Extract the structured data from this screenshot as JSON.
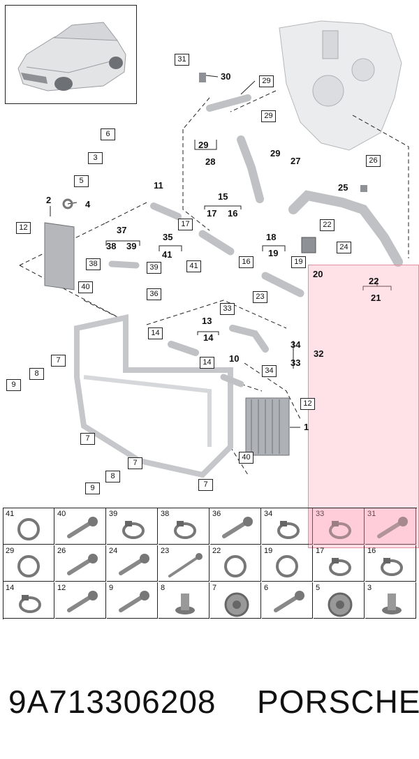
{
  "labels": {
    "boxed": [
      "31",
      "29",
      "29",
      "6",
      "3",
      "5",
      "12",
      "17",
      "38",
      "39",
      "40",
      "36",
      "41",
      "16",
      "19",
      "22",
      "24",
      "26",
      "23",
      "33",
      "14",
      "14",
      "34",
      "7",
      "8",
      "9",
      "7",
      "7",
      "8",
      "9",
      "7",
      "12",
      "40"
    ],
    "plain": [
      "30",
      "29",
      "28",
      "29",
      "27",
      "25",
      "4",
      "2",
      "11",
      "15",
      "17",
      "16",
      "37",
      "38",
      "39",
      "35",
      "41",
      "18",
      "19",
      "20",
      "22",
      "21",
      "13",
      "14",
      "10",
      "34",
      "33",
      "32",
      "1"
    ]
  },
  "grid": [
    [
      "41",
      "40",
      "39",
      "38",
      "36",
      "34",
      "33",
      "31"
    ],
    [
      "29",
      "26",
      "24",
      "23",
      "22",
      "19",
      "17",
      "16"
    ],
    [
      "14",
      "12",
      "9",
      "8",
      "7",
      "6",
      "5",
      "3"
    ]
  ],
  "grid_icons": [
    [
      "ring-icon",
      "bolt-icon",
      "clamp-icon",
      "clamp-icon",
      "bolt-icon",
      "clamp-icon",
      "clamp-icon",
      "bolt-icon"
    ],
    [
      "ring-icon",
      "bolt-icon",
      "bolt-icon",
      "long-bolt-icon",
      "ring-icon",
      "ring-icon",
      "clamp-icon",
      "clamp-icon"
    ],
    [
      "clamp-icon",
      "bolt-icon",
      "bolt-icon",
      "grommet-icon",
      "pulley-icon",
      "bolt-icon",
      "pulley-icon",
      "grommet-icon"
    ]
  ],
  "footer": {
    "part_number": "9A713306208",
    "brand": "PORSCHE"
  },
  "colors": {
    "highlight": "#ffaabe",
    "line": "#222222",
    "part": "#c7c9cc"
  }
}
